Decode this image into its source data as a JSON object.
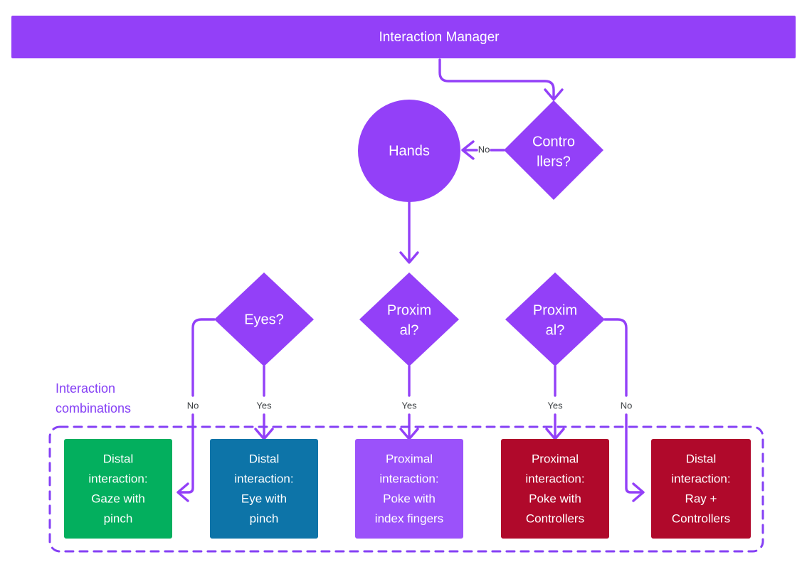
{
  "diagram": {
    "title": "Interaction Manager",
    "background": "#ffffff",
    "colors": {
      "purple": "#9340f8",
      "purple_light": "#9b52fa",
      "green": "#03af5e",
      "blue": "#0d74a8",
      "red": "#b0092b",
      "edge": "#9340f8",
      "edge_label": "#3c4043",
      "group_label": "#8540f5"
    },
    "banner": {
      "label": "Interaction Manager"
    },
    "nodes": [
      {
        "id": "controllers",
        "shape": "diamond",
        "label_line1": "Contro",
        "label_line2": "llers?",
        "color": "#9340f8"
      },
      {
        "id": "hands",
        "shape": "circle",
        "label": "Hands",
        "color": "#9340f8"
      },
      {
        "id": "eyes",
        "shape": "diamond",
        "label_line1": "Eyes?",
        "label_line2": "",
        "color": "#9340f8"
      },
      {
        "id": "proximal-hands",
        "shape": "diamond",
        "label_line1": "Proxim",
        "label_line2": "al?",
        "color": "#9340f8"
      },
      {
        "id": "proximal-controllers",
        "shape": "diamond",
        "label_line1": "Proxim",
        "label_line2": "al?",
        "color": "#9340f8"
      }
    ],
    "edge_labels": {
      "controllers_no": "No",
      "eyes_no": "No",
      "eyes_yes": "Yes",
      "proximal_hands_yes": "Yes",
      "proximal_controllers_yes": "Yes",
      "proximal_controllers_no": "No"
    },
    "group": {
      "label_line1": "Interaction",
      "label_line2": "combinations"
    },
    "outcomes": [
      {
        "id": "gaze-with-pinch",
        "color": "#03af5e",
        "lines": [
          "Distal",
          "interaction:",
          "Gaze with",
          "pinch"
        ]
      },
      {
        "id": "eye-with-pinch",
        "color": "#0d74a8",
        "lines": [
          "Distal",
          "interaction:",
          "Eye with",
          "pinch"
        ]
      },
      {
        "id": "poke-with-index-fingers",
        "color": "#9b52fa",
        "lines": [
          "Proximal",
          "interaction:",
          "Poke with",
          "index fingers"
        ]
      },
      {
        "id": "poke-with-controllers",
        "color": "#b0092b",
        "lines": [
          "Proximal",
          "interaction:",
          "Poke with",
          "Controllers"
        ]
      },
      {
        "id": "ray-plus-controllers",
        "color": "#b0092b",
        "lines": [
          "Distal",
          "interaction:",
          "Ray +",
          "Controllers"
        ]
      }
    ]
  }
}
